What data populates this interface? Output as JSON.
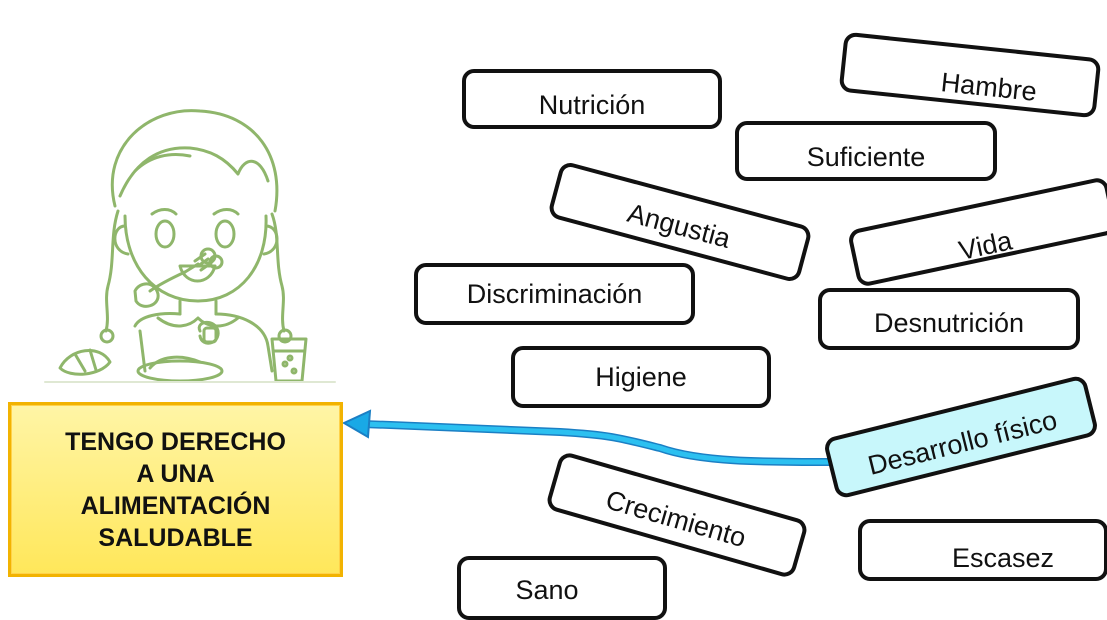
{
  "words": {
    "nutricion": "Nutrición",
    "hambre": "Hambre",
    "suficiente": "Suficiente",
    "angustia": "Angustia",
    "vida": "Vida",
    "discriminacion": "Discriminación",
    "desnutricion": "Desnutrición",
    "higiene": "Higiene",
    "desarrollo_fisico": "Desarrollo físico",
    "crecimiento": "Crecimiento",
    "escasez": "Escasez",
    "sano": "Sano"
  },
  "target": {
    "title": "TENGO DERECHO\nA UNA\nALIMENTACIÓN\nSALUDABLE"
  },
  "colors": {
    "card_border": "#111111",
    "highlight_fill": "#c8f7fb",
    "arrow": "#19a9e6",
    "target_fill": "#ffe75a",
    "target_border": "#f2b301",
    "illustration_stroke": "#8fb66b"
  },
  "icons": {
    "illustration": "girl-eating-illustration",
    "arrow": "connector-arrow"
  }
}
